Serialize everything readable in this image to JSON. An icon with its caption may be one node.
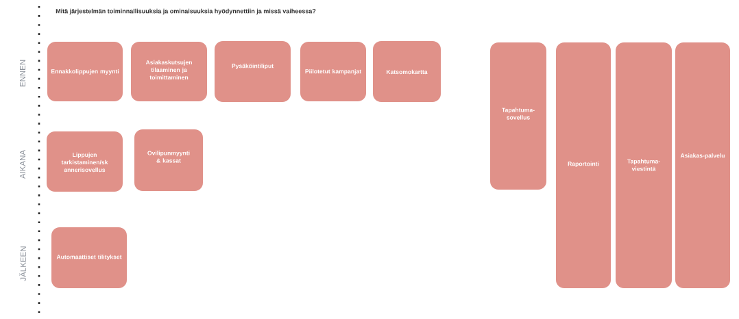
{
  "diagram": {
    "title": "Mitä järjestelmän toiminnallisuuksia ja ominaisuuksia hyödynnettiin ja missä vaiheessa?",
    "nodes": [
      {
        "text": [
          "Ennakkolippujen myynti"
        ]
      },
      {
        "text": [
          "Asiakaskutsujen tilaaminen ja toimittaminen"
        ]
      },
      {
        "text": [
          "Pysäköintiliput"
        ]
      },
      {
        "text": [
          "Piilotetut kampanjat"
        ]
      },
      {
        "text": [
          "Katsomokartta"
        ]
      },
      {
        "text": [
          "Lippujen tarkistaminen/sk annerisovellus"
        ]
      },
      {
        "text": [
          "Ovilipunmyynti & kassat"
        ]
      },
      {
        "text": [
          "Automaattiset tilitykset"
        ]
      },
      {
        "text": [
          "Tapahtuma-sovellus"
        ]
      },
      {
        "text": [
          "Raportointi"
        ]
      },
      {
        "text": [
          "Tapahtuma-viestintä"
        ]
      },
      {
        "text": [
          "Asiakas-palvelu"
        ]
      }
    ],
    "labels": [
      "ENNEN",
      "AIKANA",
      "JÄLKEEN"
    ]
  }
}
